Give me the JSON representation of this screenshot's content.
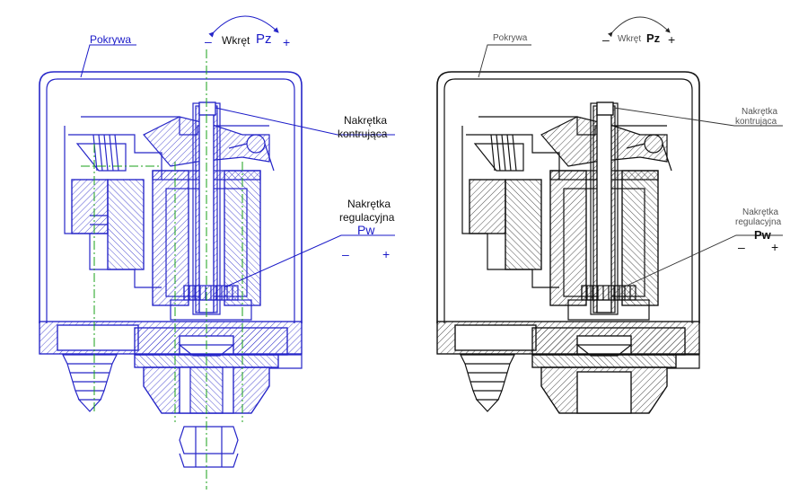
{
  "colors": {
    "left_outline": "#2626c8",
    "left_centerline": "#1aa01a",
    "left_text": "#1a1ac8",
    "right_outline": "#111111",
    "right_text": "#555555",
    "hatch": "#333333"
  },
  "left": {
    "cover_label": "Pokrywa",
    "screw_label": "Wkręt",
    "screw_symbol": "Pz",
    "minus": "–",
    "plus": "+",
    "locknut_line1": "Nakrętka",
    "locknut_line2": "kontrująca",
    "adjust_line1": "Nakrętka",
    "adjust_line2": "regulacyjna",
    "adjust_symbol": "Pw",
    "adjust_minus": "–",
    "adjust_plus": "+"
  },
  "right": {
    "cover_label": "Pokrywa",
    "screw_label": "Wkręt",
    "screw_symbol": "Pz",
    "minus": "–",
    "plus": "+",
    "locknut_line1": "Nakrętka",
    "locknut_line2": "kontrująca",
    "adjust_line1": "Nakrętka",
    "adjust_line2": "regulacyjna",
    "adjust_symbol": "Pw",
    "adjust_minus": "–",
    "adjust_plus": "+"
  }
}
